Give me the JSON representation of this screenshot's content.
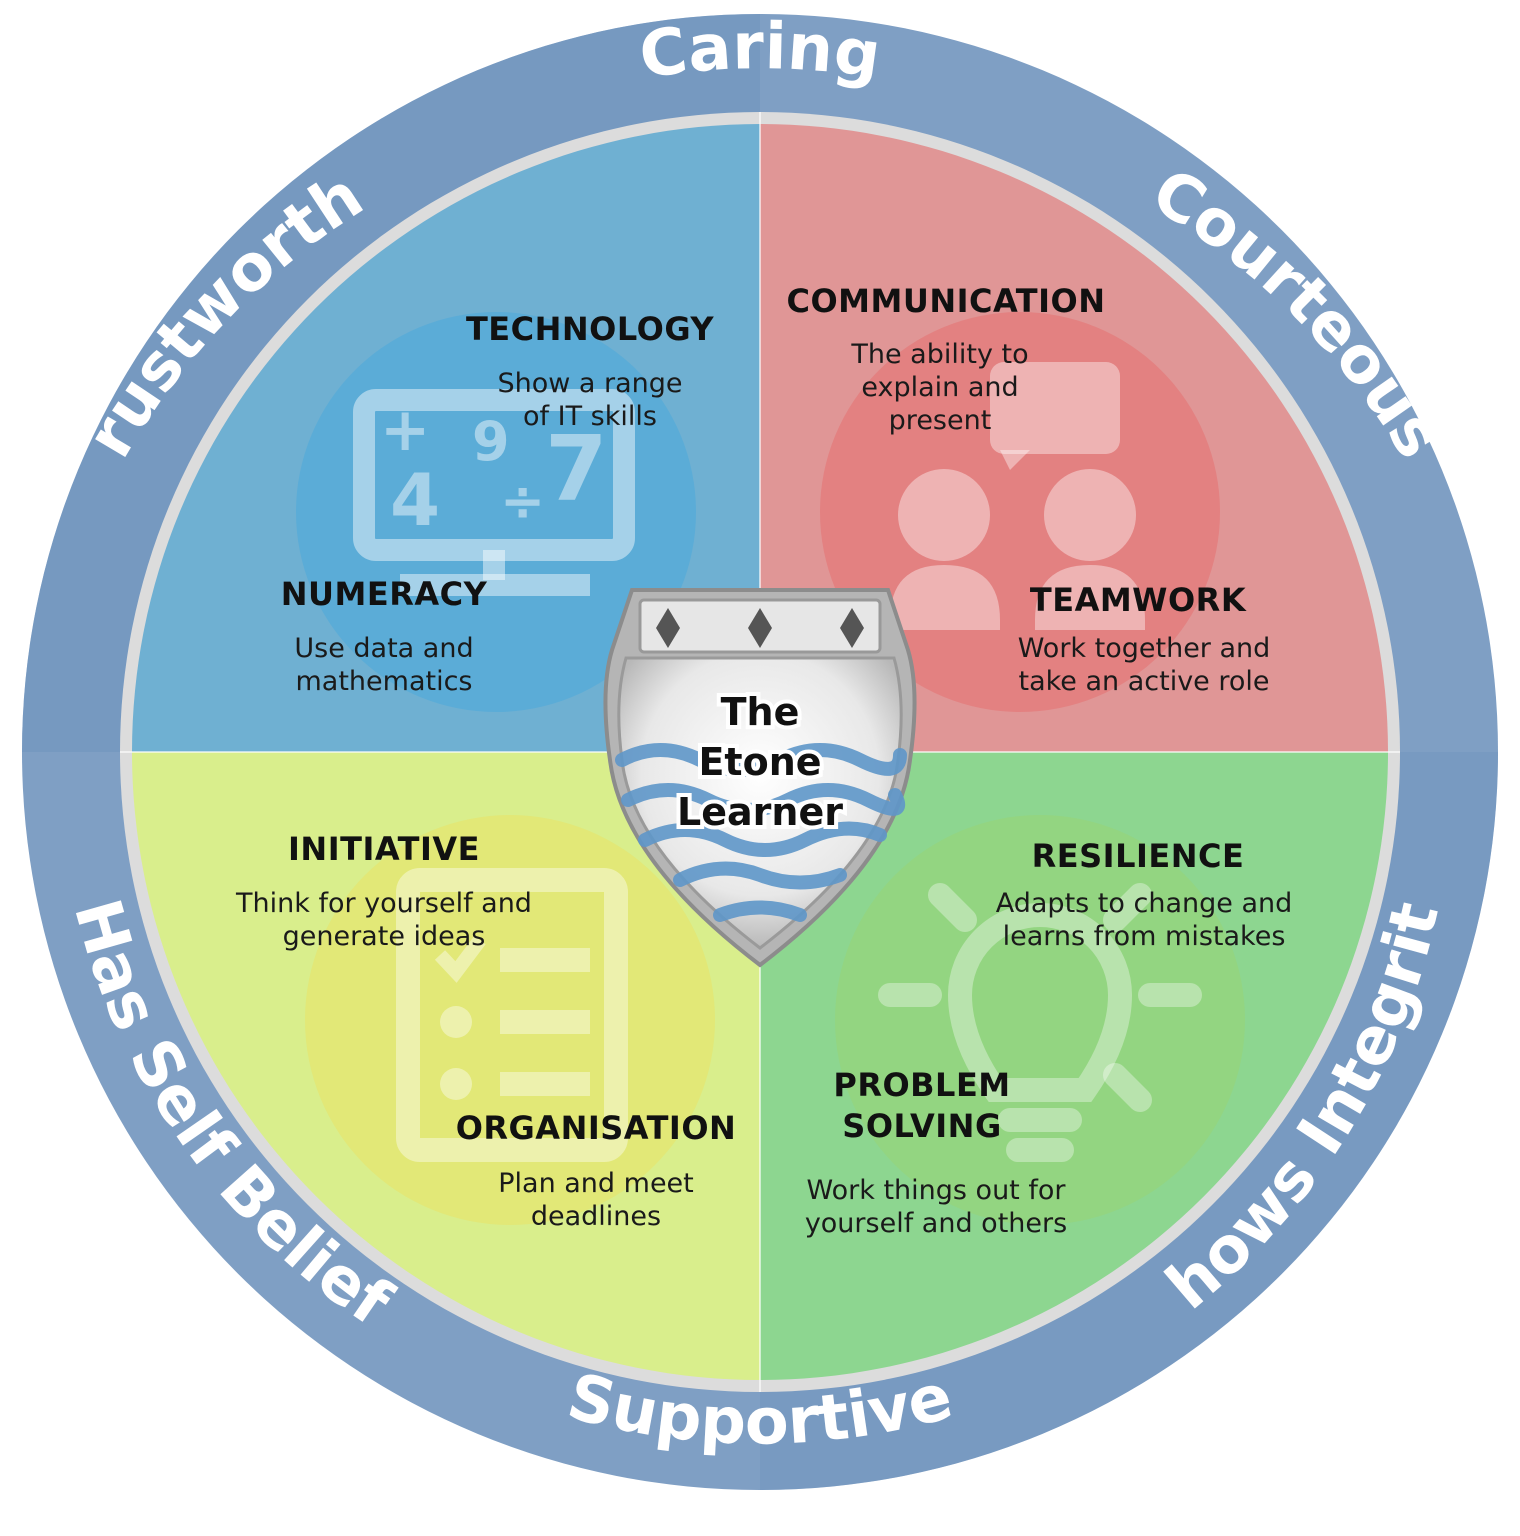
{
  "colors": {
    "ring": "#7f9fc4",
    "ring_dark": "#6b8db8",
    "technology_quadrant": "#6faed0",
    "communication_quadrant": "#e29595",
    "initiative_quadrant": "#d8ec8a",
    "resilience_quadrant": "#8cd68f",
    "divider": "#ffffff"
  },
  "values_ring": {
    "caring": "Caring",
    "courteous": "Courteous",
    "shows_integrity": "Shows Integrity",
    "supportive": "Supportive",
    "has_self_belief": "Has Self Belief",
    "trustworthy": "Trustworthy"
  },
  "centre": {
    "line1": "The",
    "line2": "Etone",
    "line3": "Learner"
  },
  "skills": {
    "technology": {
      "title": "TECHNOLOGY",
      "desc1": "Show a range",
      "desc2": "of IT skills",
      "icon": "computer-maths-icon"
    },
    "numeracy": {
      "title": "NUMERACY",
      "desc1": "Use data and",
      "desc2": "mathematics"
    },
    "communication": {
      "title": "COMMUNICATION",
      "desc1": "The ability to",
      "desc2": "explain and",
      "desc3": "present",
      "icon": "people-speech-icon"
    },
    "teamwork": {
      "title": "TEAMWORK",
      "desc1": "Work together and",
      "desc2": "take an active role"
    },
    "initiative": {
      "title": "INITIATIVE",
      "desc1": "Think for yourself and",
      "desc2": "generate ideas",
      "icon": "clipboard-checklist-icon"
    },
    "organisation": {
      "title": "ORGANISATION",
      "desc1": "Plan and meet",
      "desc2": "deadlines"
    },
    "resilience": {
      "title": "RESILIENCE",
      "desc1": "Adapts to change and",
      "desc2": "learns from mistakes",
      "icon": "lightbulb-icon"
    },
    "problem_solving": {
      "title1": "PROBLEM",
      "title2": "SOLVING",
      "desc1": "Work things out for",
      "desc2": "yourself and others"
    }
  }
}
